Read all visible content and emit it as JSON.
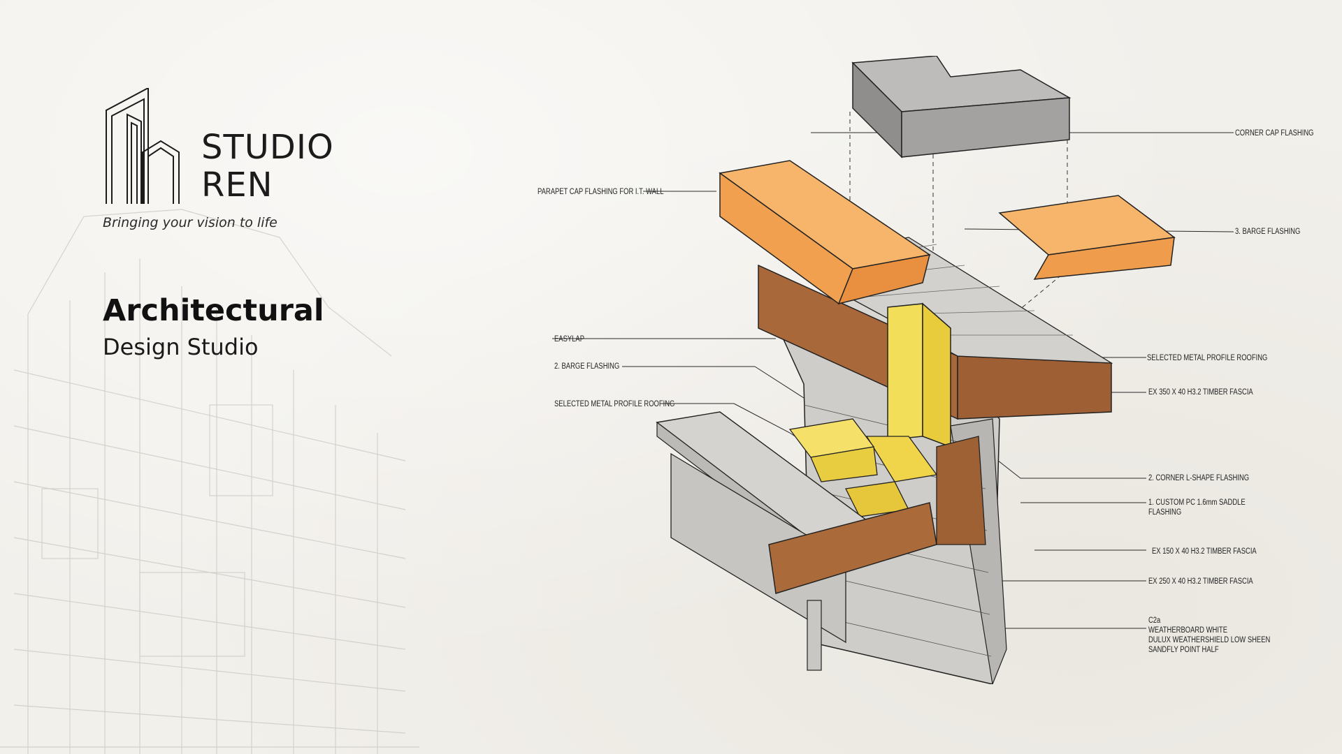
{
  "brand": {
    "name_line1": "STUDIO",
    "name_line2": "REN",
    "tagline": "Bringing your vision to life"
  },
  "heading": {
    "title": "Architectural",
    "subtitle": "Design Studio"
  },
  "colors": {
    "orange": "#f3a552",
    "yellow": "#f1d94a",
    "timber": "#a9683a",
    "grey": "#a8a8a6",
    "paper": "#f2f0eb"
  },
  "callouts": {
    "corner_cap": "CORNER CAP FLASHING",
    "parapet_cap": "PARAPET CAP FLASHING FOR I.T. WALL",
    "barge_3": "3. BARGE FLASHING",
    "easylap": "EASYLAP",
    "barge_2": "2. BARGE FLASHING",
    "metal_roof_left": "SELECTED METAL PROFILE ROOFING",
    "metal_roof_right": "SELECTED METAL PROFILE ROOFING",
    "fascia_350": "EX 350 X 40 H3.2 TIMBER FASCIA",
    "corner_l": "2. CORNER L-SHAPE FLASHING",
    "saddle_1": "1. CUSTOM PC 1.6mm SADDLE",
    "saddle_2": "FLASHING",
    "fascia_150": "EX 150 X 40 H3.2 TIMBER FASCIA",
    "fascia_250": "EX 250 X 40 H3.2 TIMBER FASCIA",
    "c2a_1": "C2a",
    "c2a_2": "WEATHERBOARD WHITE",
    "c2a_3": "DULUX WEATHERSHIELD LOW SHEEN",
    "c2a_4": "SANDFLY POINT HALF"
  }
}
